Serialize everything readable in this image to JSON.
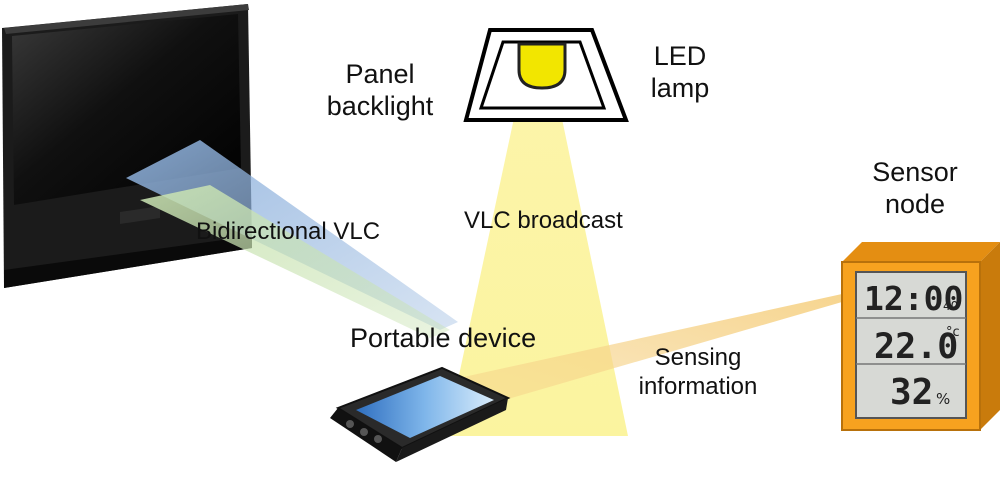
{
  "labels": {
    "panel_backlight": [
      "Panel",
      "backlight"
    ],
    "led_lamp": [
      "LED",
      "lamp"
    ],
    "sensor_node": [
      "Sensor",
      "node"
    ],
    "bidirectional_vlc": "Bidirectional VLC",
    "vlc_broadcast": "VLC broadcast",
    "portable_device": "Portable device",
    "sensing_information": [
      "Sensing",
      "information"
    ]
  },
  "sensor_display": {
    "time": "12:00",
    "seconds": "40",
    "temperature": "22.0",
    "temp_unit": "°c",
    "humidity": "32",
    "humidity_unit": "%"
  },
  "colors": {
    "lamp_bulb": "#f2e600",
    "vlc_beam": "#fbf39a",
    "sensor_case": "#f7a21f",
    "sensing_beam": "#f6d38a",
    "vlc_blue": "#8fb2dd",
    "vlc_green": "#c9e3b2"
  }
}
